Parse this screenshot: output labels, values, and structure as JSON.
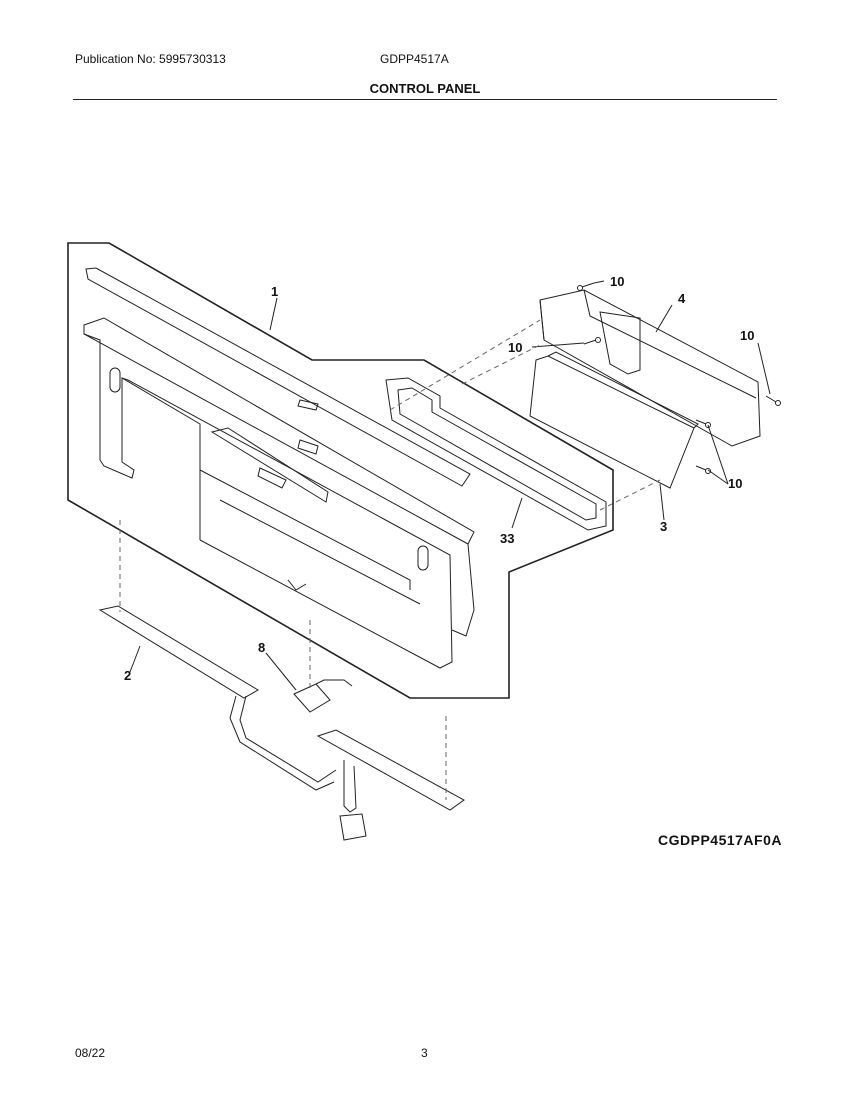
{
  "header": {
    "publication": "Publication No: 5995730313",
    "model": "GDPP4517A",
    "title": "CONTROL PANEL"
  },
  "diagram": {
    "figure_code": "CGDPP4517AF0A",
    "callouts": {
      "c1": "1",
      "c2": "2",
      "c3": "3",
      "c4": "4",
      "c8": "8",
      "c10a": "10",
      "c10b": "10",
      "c10c": "10",
      "c10d": "10",
      "c33": "33"
    }
  },
  "footer": {
    "date": "08/22",
    "page": "3"
  }
}
